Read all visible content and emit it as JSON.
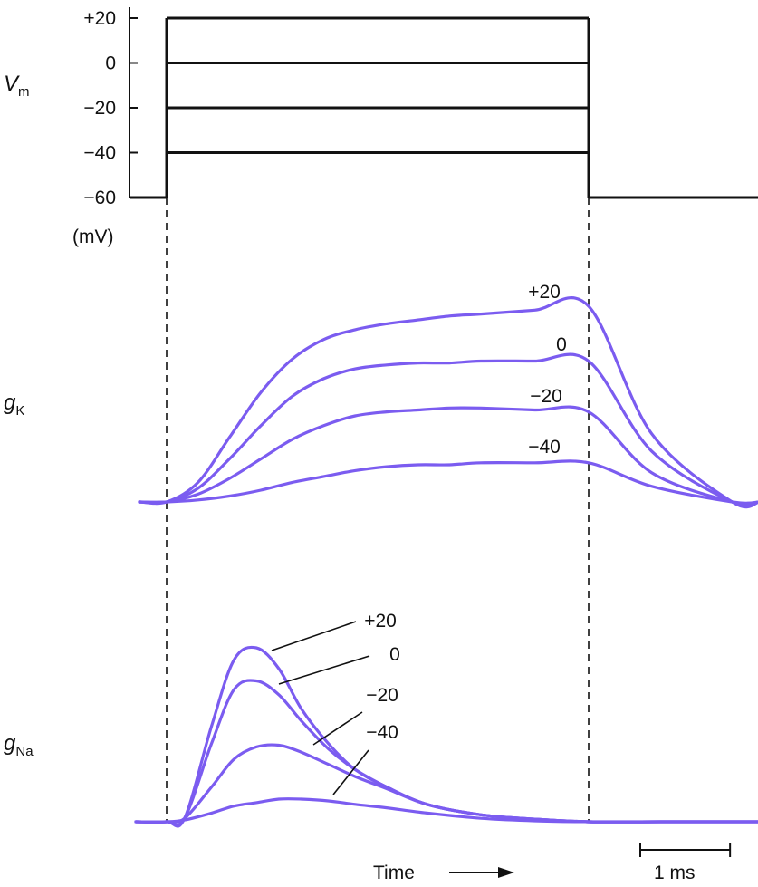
{
  "colors": {
    "conductance": "#7B5CF0",
    "voltage": "#111111"
  },
  "chart_data": [
    {
      "type": "line",
      "panel": "voltage-clamp-steps",
      "ylabel_main": "V",
      "ylabel_sub": "m",
      "unit_label": "(mV)",
      "y_ticks": [
        "+20",
        "0",
        "−20",
        "−40",
        "−60"
      ],
      "ylim": [
        -60,
        20
      ],
      "holding_potential": -60,
      "step_levels": [
        20,
        0,
        -20,
        -40
      ],
      "step_on_ms": 0.0,
      "step_off_ms": 4.7
    },
    {
      "type": "line",
      "panel": "potassium-conductance",
      "ylabel_main": "g",
      "ylabel_sub": "K",
      "series": [
        {
          "label": "+20",
          "values": [
            0.0,
            0.0,
            0.1,
            0.33,
            0.56,
            0.73,
            0.83,
            0.88,
            0.91,
            0.93,
            0.95,
            0.96,
            0.98,
            1.0,
            0.35,
            0.0,
            0.0
          ]
        },
        {
          "label": "0",
          "values": [
            0.0,
            0.0,
            0.07,
            0.22,
            0.39,
            0.54,
            0.63,
            0.68,
            0.7,
            0.71,
            0.71,
            0.72,
            0.72,
            0.72,
            0.26,
            0.0,
            0.0
          ]
        },
        {
          "label": "−20",
          "values": [
            0.0,
            0.0,
            0.04,
            0.12,
            0.22,
            0.32,
            0.39,
            0.44,
            0.46,
            0.47,
            0.48,
            0.48,
            0.47,
            0.46,
            0.15,
            0.0,
            0.0
          ]
        },
        {
          "label": "−40",
          "values": [
            0.0,
            0.0,
            0.01,
            0.03,
            0.06,
            0.1,
            0.13,
            0.16,
            0.18,
            0.19,
            0.19,
            0.2,
            0.2,
            0.2,
            0.08,
            0.0,
            0.0
          ]
        }
      ],
      "x_ms": [
        -0.3,
        0.0,
        0.35,
        0.7,
        1.05,
        1.4,
        1.75,
        2.1,
        2.45,
        2.8,
        3.15,
        3.5,
        4.1,
        4.7,
        5.4,
        6.3,
        6.6
      ]
    },
    {
      "type": "line",
      "panel": "sodium-conductance",
      "ylabel_main": "g",
      "ylabel_sub": "Na",
      "series": [
        {
          "label": "+20",
          "values": [
            0.0,
            0.0,
            0.02,
            0.55,
            0.93,
            1.0,
            0.88,
            0.65,
            0.45,
            0.3,
            0.2,
            0.1,
            0.04,
            0.015,
            0.0,
            0.0,
            0.0
          ]
        },
        {
          "label": "0",
          "values": [
            0.0,
            0.0,
            0.02,
            0.45,
            0.76,
            0.81,
            0.73,
            0.58,
            0.42,
            0.3,
            0.2,
            0.1,
            0.04,
            0.015,
            0.0,
            0.0,
            0.0
          ]
        },
        {
          "label": "−20",
          "values": [
            0.0,
            0.0,
            0.02,
            0.2,
            0.36,
            0.43,
            0.44,
            0.4,
            0.33,
            0.26,
            0.19,
            0.1,
            0.04,
            0.015,
            0.0,
            0.0,
            0.0
          ]
        },
        {
          "label": "−40",
          "values": [
            0.0,
            0.0,
            0.01,
            0.05,
            0.09,
            0.11,
            0.13,
            0.13,
            0.12,
            0.1,
            0.08,
            0.05,
            0.02,
            0.005,
            0.0,
            0.0,
            0.0
          ]
        }
      ],
      "x_ms": [
        -0.3,
        0.0,
        0.2,
        0.5,
        0.75,
        1.0,
        1.25,
        1.5,
        1.8,
        2.1,
        2.45,
        2.9,
        3.5,
        4.1,
        4.7,
        5.5,
        6.6
      ]
    }
  ],
  "axes": {
    "time_label": "Time",
    "scale_bar_label": "1 ms",
    "scale_bar_ms": 1.0
  }
}
